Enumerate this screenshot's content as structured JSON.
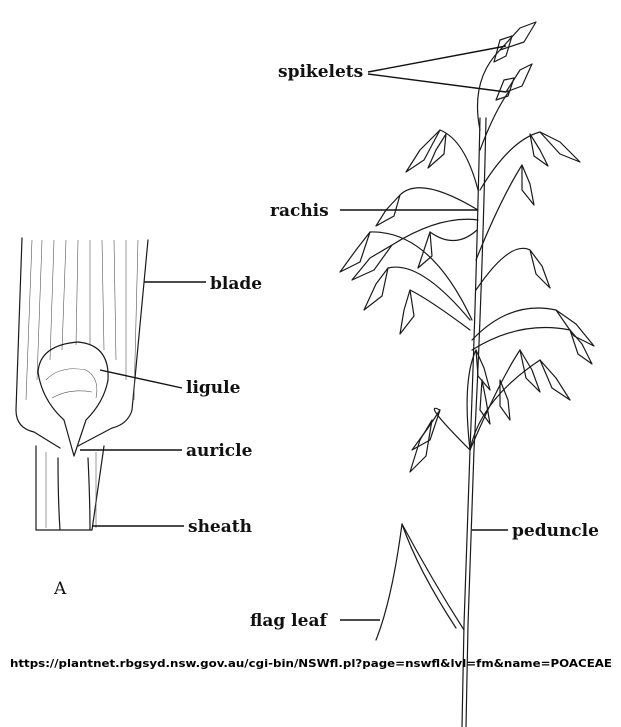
{
  "labels": {
    "spikelets": "spikelets",
    "rachis": "rachis",
    "blade": "blade",
    "ligule": "ligule",
    "auricle": "auricle",
    "sheath": "sheath",
    "peduncle": "peduncle",
    "flag_leaf": "flag leaf",
    "figure_letter": "A"
  },
  "source_url": "https://plantnet.rbgsyd.nsw.gov.au/cgi-bin/NSWfl.pl?page=nswfl&lvl=fm&name=POACEAE"
}
